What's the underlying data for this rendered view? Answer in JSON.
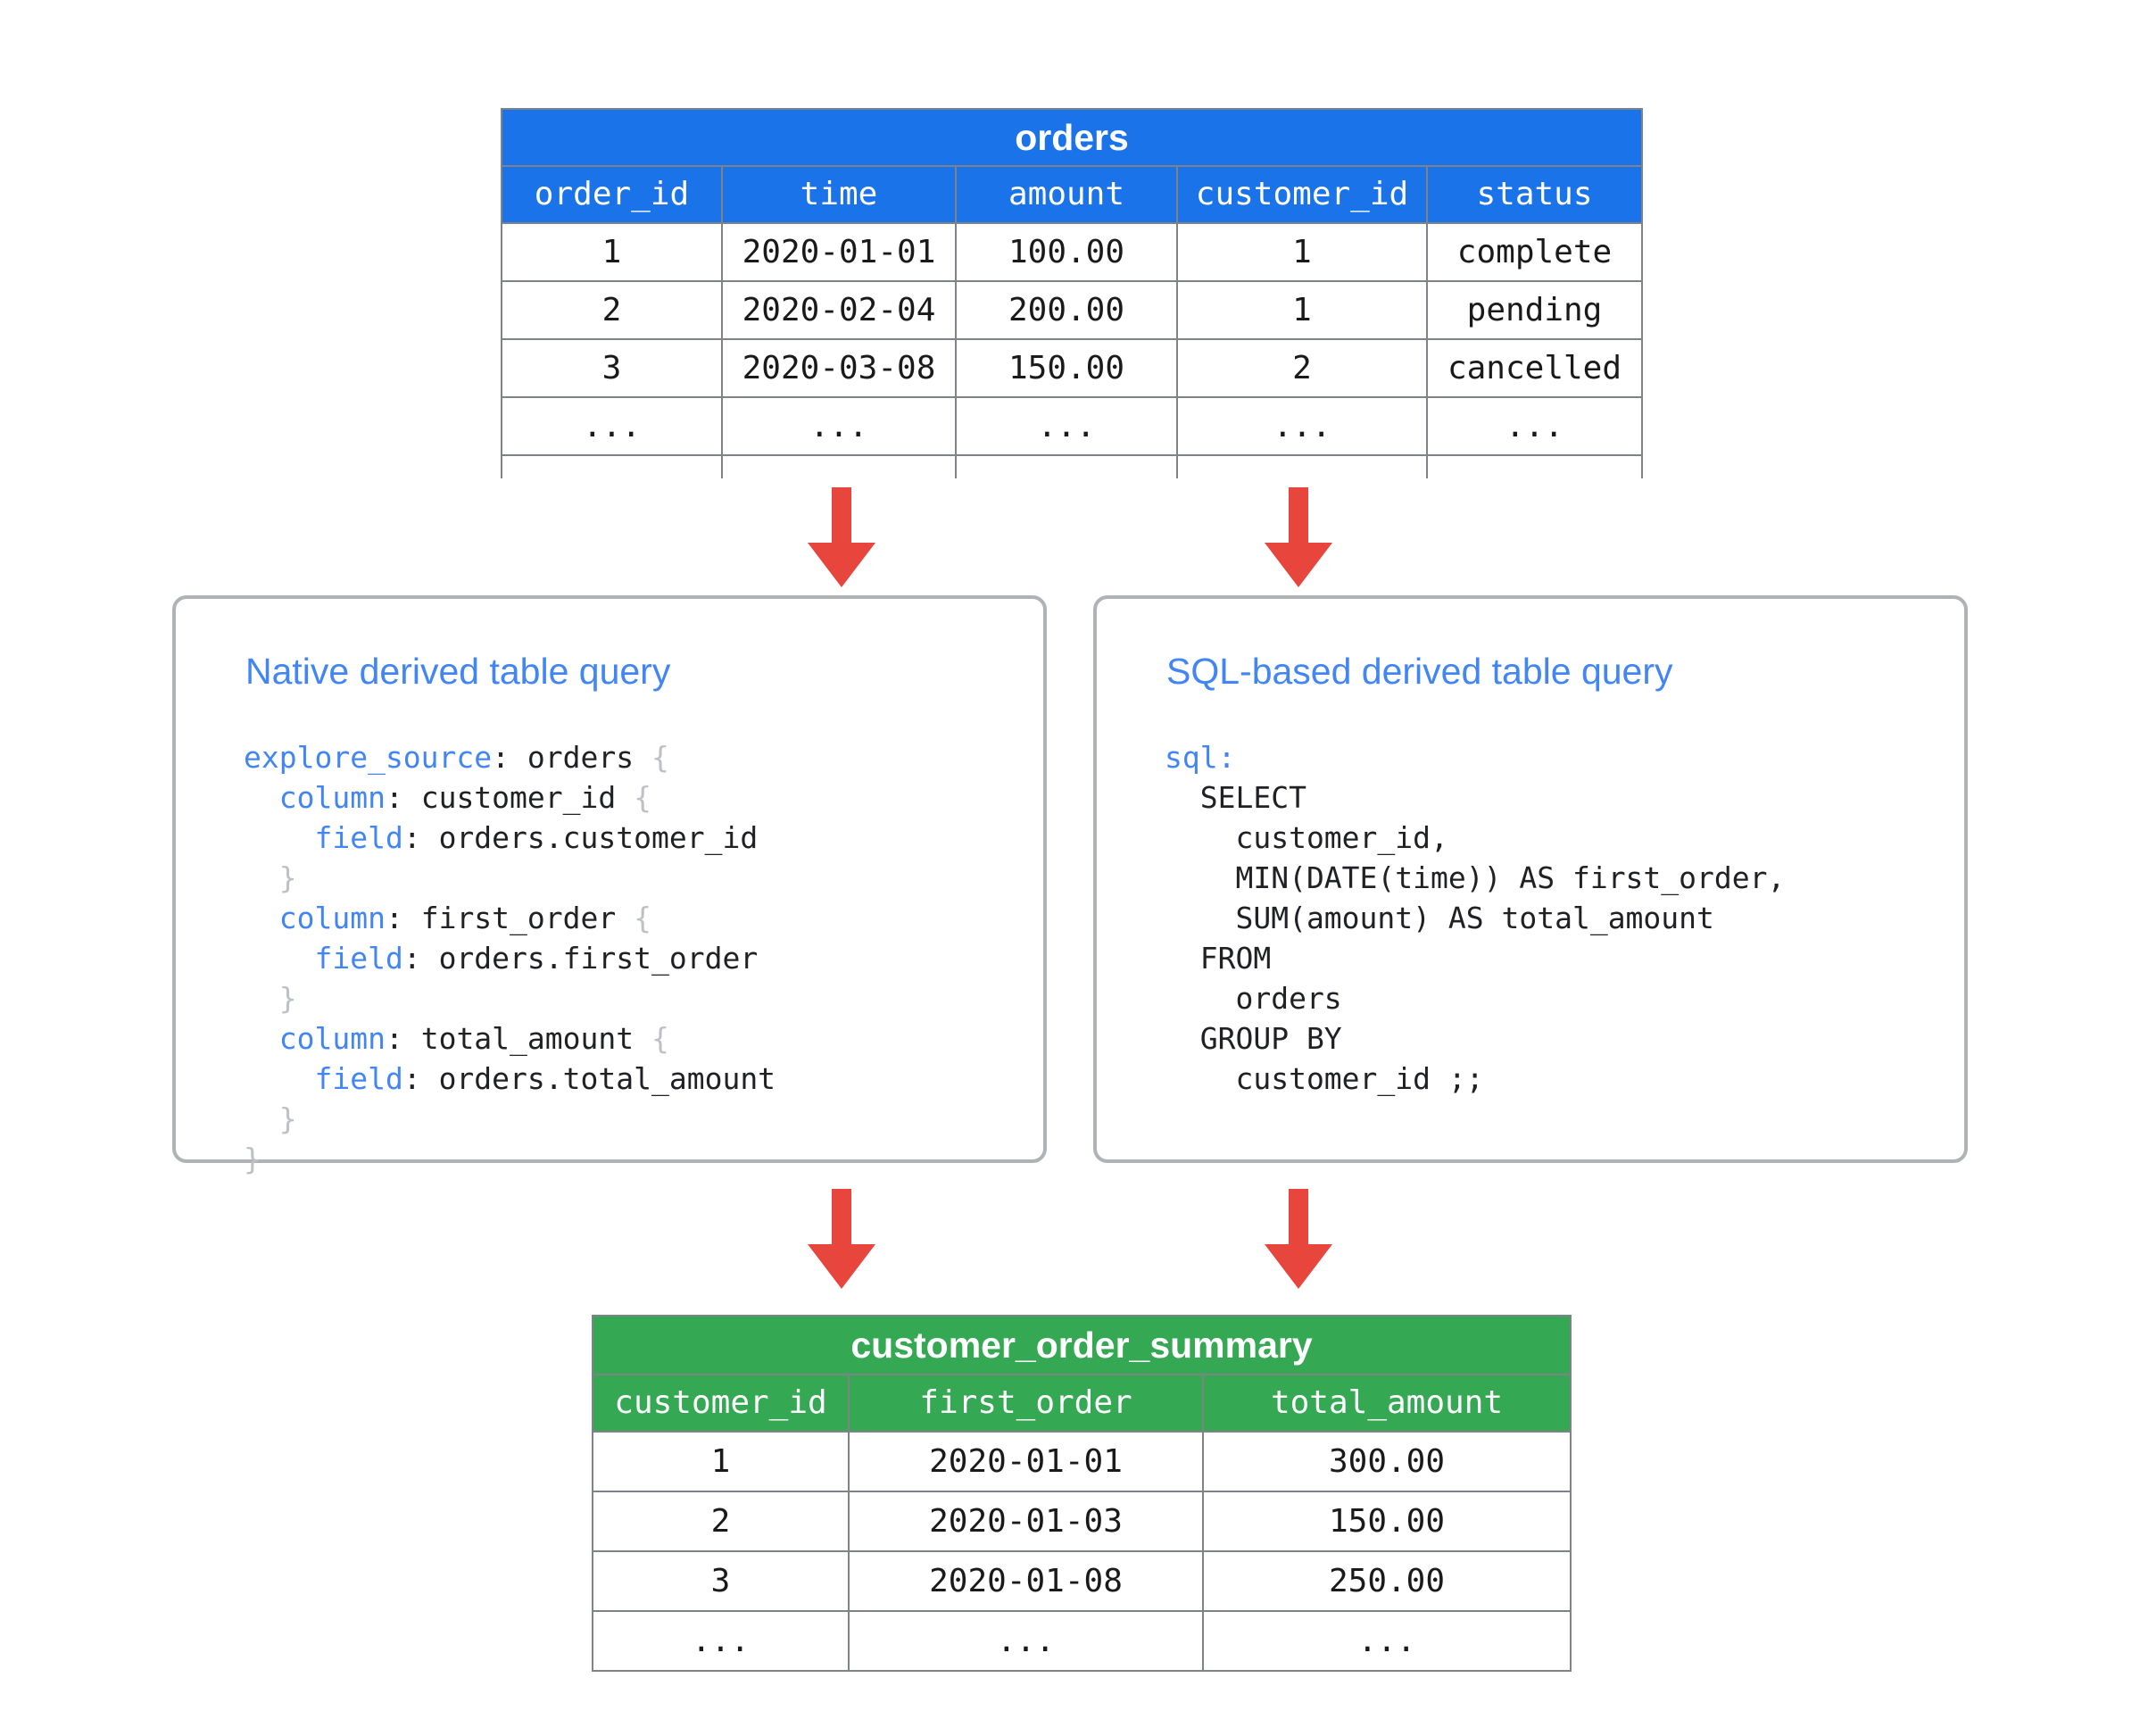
{
  "diagram": {
    "title": "Derived table query diagram",
    "colors": {
      "source_table_header": "#1a73e8",
      "result_table_header": "#34a853",
      "arrow": "#e8453c",
      "card_border": "#b0b3b6",
      "card_title": "#4285f4",
      "code_keyword": "#4285f4",
      "code_brace": "#bdc1c6"
    }
  },
  "source_table": {
    "name": "orders",
    "columns": [
      "order_id",
      "time",
      "amount",
      "customer_id",
      "status"
    ],
    "rows": [
      [
        "1",
        "2020-01-01",
        "100.00",
        "1",
        "complete"
      ],
      [
        "2",
        "2020-02-04",
        "200.00",
        "1",
        "pending"
      ],
      [
        "3",
        "2020-03-08",
        "150.00",
        "2",
        "cancelled"
      ],
      [
        "...",
        "...",
        "...",
        "...",
        "..."
      ],
      [
        "",
        "",
        "",
        "",
        ""
      ]
    ]
  },
  "cards": [
    {
      "title": "Native derived table query",
      "lines": [
        [
          {
            "t": "explore_source",
            "c": "kw"
          },
          {
            "t": ": orders ",
            "c": ""
          },
          {
            "t": "{",
            "c": "brc"
          }
        ],
        [
          {
            "t": "  ",
            "c": ""
          },
          {
            "t": "column",
            "c": "kw"
          },
          {
            "t": ": customer_id ",
            "c": ""
          },
          {
            "t": "{",
            "c": "brc"
          }
        ],
        [
          {
            "t": "    ",
            "c": ""
          },
          {
            "t": "field",
            "c": "kw"
          },
          {
            "t": ": orders.customer_id",
            "c": ""
          }
        ],
        [
          {
            "t": "  ",
            "c": ""
          },
          {
            "t": "}",
            "c": "brc"
          }
        ],
        [
          {
            "t": "  ",
            "c": ""
          },
          {
            "t": "column",
            "c": "kw"
          },
          {
            "t": ": first_order ",
            "c": ""
          },
          {
            "t": "{",
            "c": "brc"
          }
        ],
        [
          {
            "t": "    ",
            "c": ""
          },
          {
            "t": "field",
            "c": "kw"
          },
          {
            "t": ": orders.first_order",
            "c": ""
          }
        ],
        [
          {
            "t": "  ",
            "c": ""
          },
          {
            "t": "}",
            "c": "brc"
          }
        ],
        [
          {
            "t": "  ",
            "c": ""
          },
          {
            "t": "column",
            "c": "kw"
          },
          {
            "t": ": total_amount ",
            "c": ""
          },
          {
            "t": "{",
            "c": "brc"
          }
        ],
        [
          {
            "t": "    ",
            "c": ""
          },
          {
            "t": "field",
            "c": "kw"
          },
          {
            "t": ": orders.total_amount",
            "c": ""
          }
        ],
        [
          {
            "t": "  ",
            "c": ""
          },
          {
            "t": "}",
            "c": "brc"
          }
        ],
        [
          {
            "t": "}",
            "c": "brc"
          }
        ]
      ]
    },
    {
      "title": "SQL-based derived table query",
      "lines": [
        [
          {
            "t": "sql",
            "c": "kw"
          },
          {
            "t": ":",
            "c": "kw"
          }
        ],
        [
          {
            "t": "  SELECT",
            "c": ""
          }
        ],
        [
          {
            "t": "    customer_id,",
            "c": ""
          }
        ],
        [
          {
            "t": "    MIN(DATE(time)) AS first_order,",
            "c": ""
          }
        ],
        [
          {
            "t": "    SUM(amount) AS total_amount",
            "c": ""
          }
        ],
        [
          {
            "t": "  FROM",
            "c": ""
          }
        ],
        [
          {
            "t": "    orders",
            "c": ""
          }
        ],
        [
          {
            "t": "  GROUP BY",
            "c": ""
          }
        ],
        [
          {
            "t": "    customer_id ;;",
            "c": ""
          }
        ]
      ]
    }
  ],
  "result_table": {
    "name": "customer_order_summary",
    "columns": [
      "customer_id",
      "first_order",
      "total_amount"
    ],
    "rows": [
      [
        "1",
        "2020-01-01",
        "300.00"
      ],
      [
        "2",
        "2020-01-03",
        "150.00"
      ],
      [
        "3",
        "2020-01-08",
        "250.00"
      ],
      [
        "...",
        "...",
        "..."
      ]
    ]
  },
  "arrows": [
    {
      "name": "arrow-orders-to-native",
      "from": "orders",
      "to": "Native derived table query"
    },
    {
      "name": "arrow-orders-to-sql",
      "from": "orders",
      "to": "SQL-based derived table query"
    },
    {
      "name": "arrow-native-to-summary",
      "from": "Native derived table query",
      "to": "customer_order_summary"
    },
    {
      "name": "arrow-sql-to-summary",
      "from": "SQL-based derived table query",
      "to": "customer_order_summary"
    }
  ]
}
